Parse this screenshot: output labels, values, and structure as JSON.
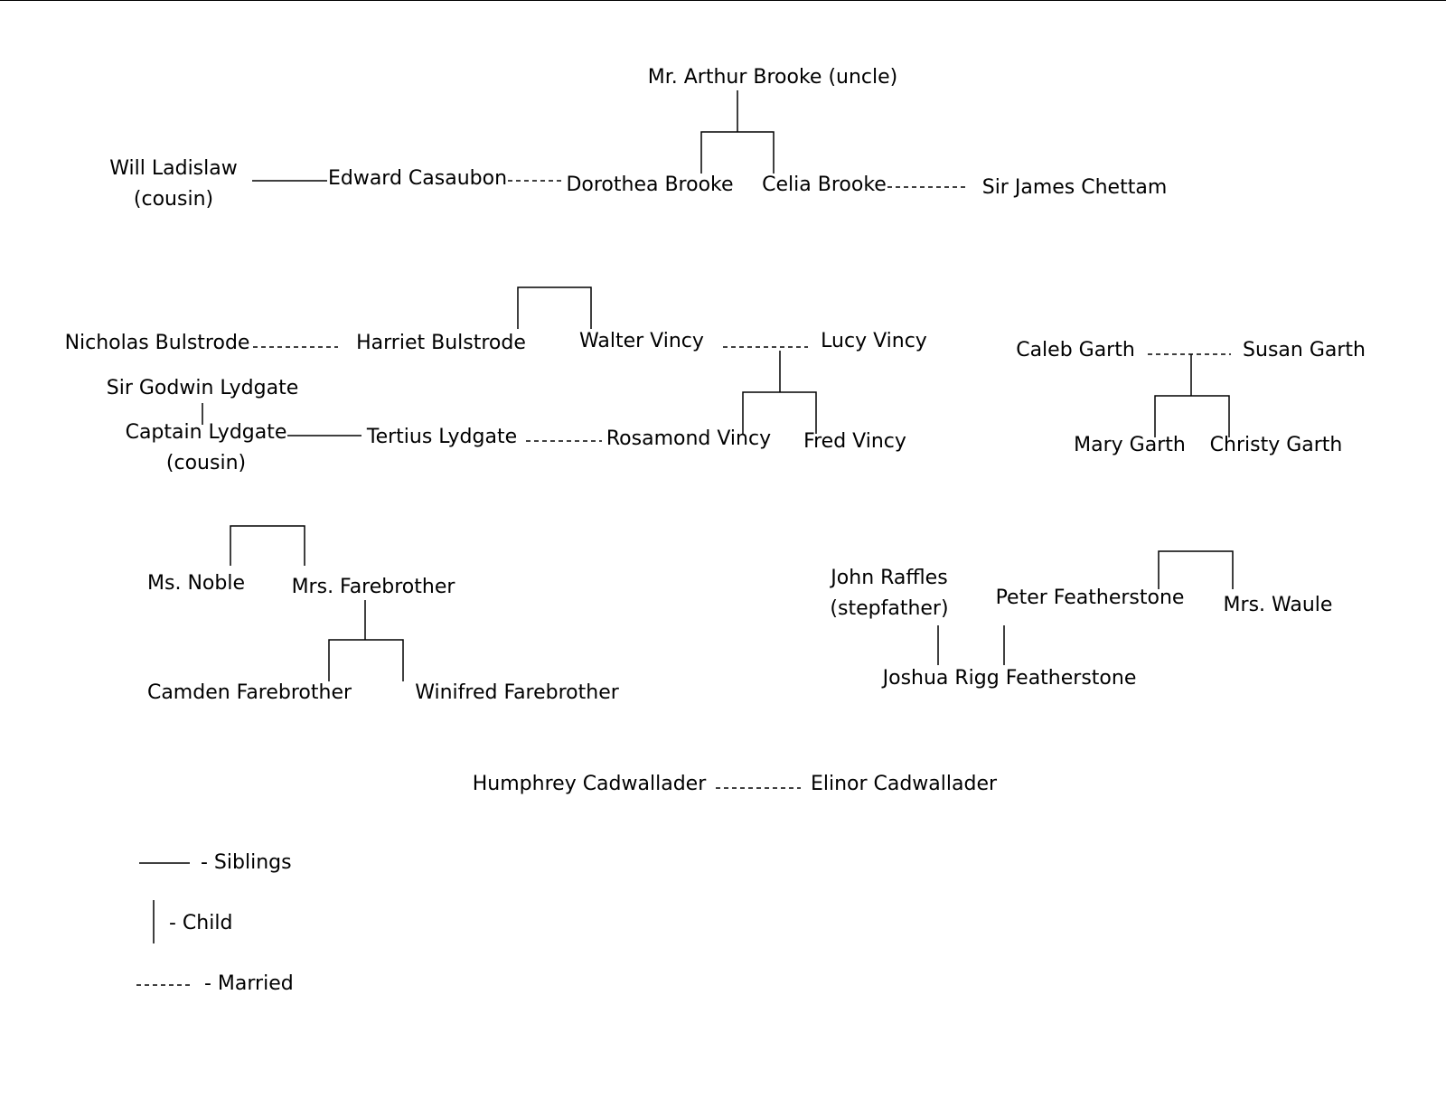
{
  "people": {
    "arthur": "Mr. Arthur Brooke (uncle)",
    "will": "Will Ladislaw",
    "will_note": "(cousin)",
    "casaubon": "Edward Casaubon",
    "dorothea": "Dorothea Brooke",
    "celia": "Celia Brooke",
    "chettam": "Sir James Chettam",
    "nicholas": "Nicholas Bulstrode",
    "harriet": "Harriet Bulstrode",
    "walter": "Walter Vincy",
    "lucy": "Lucy Vincy",
    "caleb": "Caleb Garth",
    "susan": "Susan Garth",
    "godwin": "Sir Godwin Lydgate",
    "captain": "Captain Lydgate",
    "captain_note": "(cousin)",
    "tertius": "Tertius Lydgate",
    "rosamond": "Rosamond Vincy",
    "fred": "Fred Vincy",
    "mary": "Mary Garth",
    "christy": "Christy Garth",
    "noble": "Ms. Noble",
    "farebrother": "Mrs. Farebrother",
    "camden": "Camden Farebrother",
    "winifred": "Winifred Farebrother",
    "raffles": "John Raffles",
    "raffles_note": "(stepfather)",
    "peter": "Peter Featherstone",
    "waule": "Mrs. Waule",
    "joshua": "Joshua Rigg Featherstone",
    "humphrey": "Humphrey Cadwallader",
    "elinor": "Elinor Cadwallader"
  },
  "legend": {
    "siblings": "- Siblings",
    "child": "- Child",
    "married": "- Married"
  }
}
